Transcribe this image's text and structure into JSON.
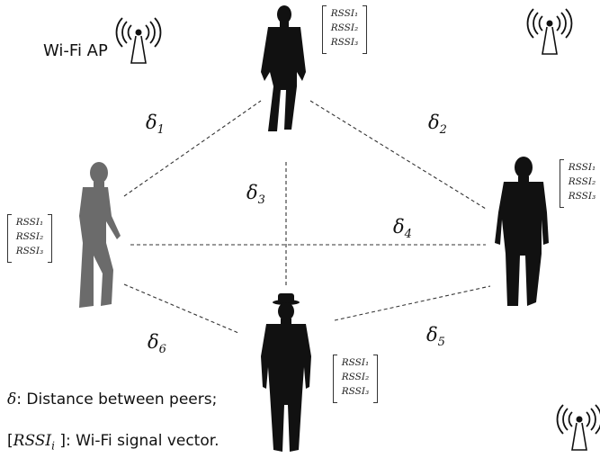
{
  "ap_label": "Wi-Fi AP",
  "vector_rows": [
    "RSSI₁",
    "RSSI₂",
    "RSSI₃"
  ],
  "deltas": [
    {
      "id": "1",
      "symbol": "δ",
      "sub": "1"
    },
    {
      "id": "2",
      "symbol": "δ",
      "sub": "2"
    },
    {
      "id": "3",
      "symbol": "δ",
      "sub": "3"
    },
    {
      "id": "4",
      "symbol": "δ",
      "sub": "4"
    },
    {
      "id": "5",
      "symbol": "δ",
      "sub": "5"
    },
    {
      "id": "6",
      "symbol": "δ",
      "sub": "6"
    }
  ],
  "legend": {
    "delta_symbol": "δ",
    "delta_text": ": Distance between peers;",
    "rssi_open": "[",
    "rssi_symbol": "RSSI",
    "rssi_sub": "i",
    "rssi_text": " ]: Wi-Fi signal vector."
  },
  "colors": {
    "silhouette_dark": "#111111",
    "silhouette_gray": "#6b6b6b",
    "dashed_line": "#333333"
  }
}
